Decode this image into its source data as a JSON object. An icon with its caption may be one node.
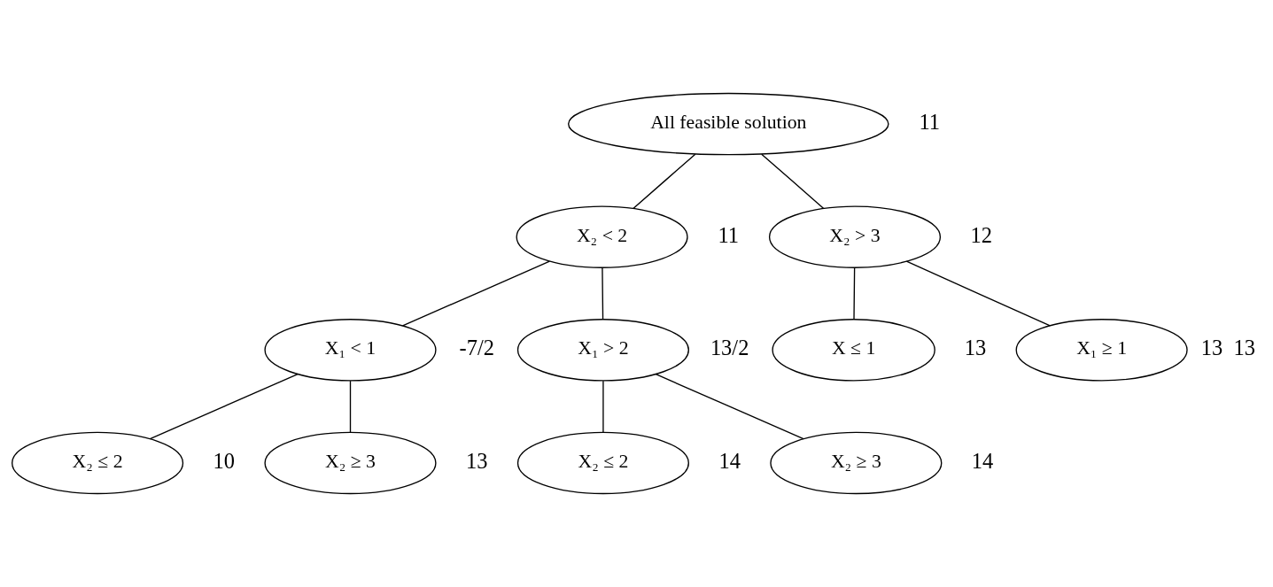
{
  "diagram": {
    "nodes": [
      {
        "text": [
          "All feasible solution"
        ],
        "beside": [
          "11"
        ]
      },
      {
        "text": [
          "X₂ < 2"
        ],
        "beside": [
          "11"
        ]
      },
      {
        "text": [
          "X₂ > 3"
        ],
        "beside": [
          "12"
        ]
      },
      {
        "text": [
          "X₁ < 1"
        ],
        "beside": [
          "-7/2"
        ]
      },
      {
        "text": [
          "X₁ > 2"
        ],
        "beside": [
          "13/2"
        ]
      },
      {
        "text": [
          "X₂ ≤ 2"
        ],
        "beside": [
          "10"
        ]
      },
      {
        "text": [
          "X₂ ≥ 3"
        ],
        "beside": [
          "13"
        ]
      },
      {
        "text": [
          "X₂ ≤ 2"
        ],
        "beside": [
          "14"
        ]
      },
      {
        "text": [
          "X₂ ≥ 3"
        ],
        "beside": [
          "14"
        ]
      },
      {
        "text": [
          "X ≤ 1"
        ],
        "beside": [
          "13"
        ]
      },
      {
        "text": [
          "X₁ ≥ 1"
        ],
        "beside": [
          "13",
          "13"
        ]
      }
    ],
    "edges": [
      {
        "from": 0,
        "to": 1,
        "arrow": "none"
      },
      {
        "from": 0,
        "to": 2,
        "arrow": "none"
      },
      {
        "from": 1,
        "to": 3,
        "arrow": "none"
      },
      {
        "from": 1,
        "to": 4,
        "arrow": "none"
      },
      {
        "from": 3,
        "to": 5,
        "arrow": "none"
      },
      {
        "from": 3,
        "to": 6,
        "arrow": "none"
      },
      {
        "from": 4,
        "to": 7,
        "arrow": "none"
      },
      {
        "from": 4,
        "to": 8,
        "arrow": "none"
      },
      {
        "from": 2,
        "to": 9,
        "arrow": "none"
      },
      {
        "from": 2,
        "to": 10,
        "arrow": "none"
      }
    ]
  }
}
